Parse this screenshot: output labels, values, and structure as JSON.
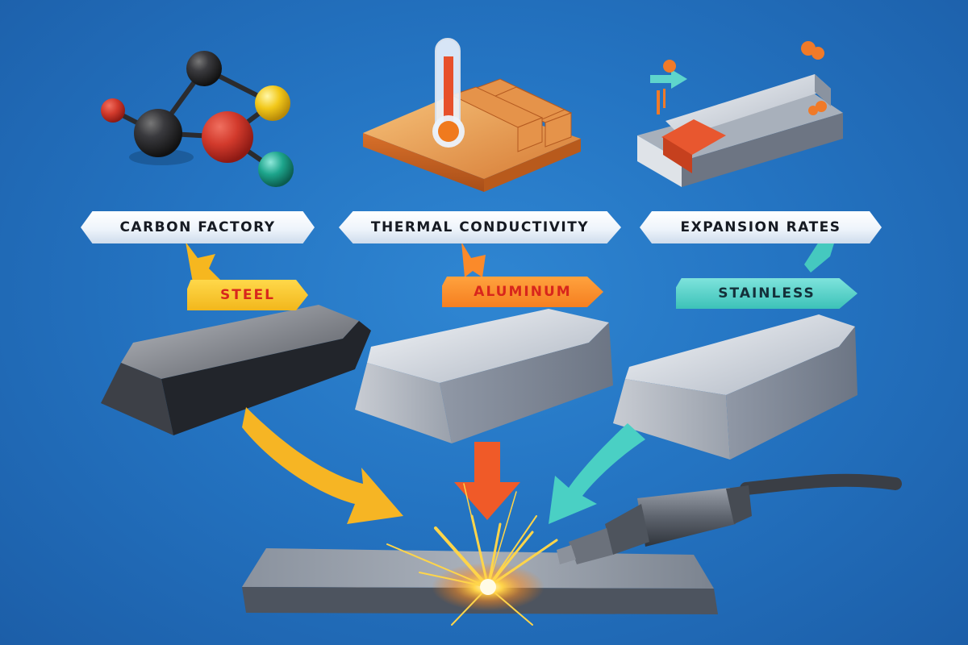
{
  "background": {
    "color_center": "#2f86d2",
    "color_edge": "#1c5ea8"
  },
  "columns": [
    {
      "icon": "molecule-icon",
      "banner_label": "CARBON FACTORY",
      "material_label": "STEEL",
      "tag_color": "#f7c72a",
      "tag_text_color": "#d8261c",
      "ingot_color": "#3a3d44",
      "arrow_color": "#f4b526"
    },
    {
      "icon": "thermometer-heatsink-icon",
      "banner_label": "THERMAL CONDUCTIVITY",
      "material_label": "ALUMINUM",
      "tag_color": "#fb8f2c",
      "tag_text_color": "#d8261c",
      "ingot_color": "#c9ced6",
      "arrow_color": "#f0592a"
    },
    {
      "icon": "expanding-bar-icon",
      "banner_label": "EXPANSION RATES",
      "material_label": "STAINLESS",
      "tag_color": "#4fd0c8",
      "tag_text_color": "#14303a",
      "ingot_color": "#b7c2d0",
      "arrow_color": "#45c9bf"
    }
  ],
  "bottom": {
    "plate_color": "#5c6470",
    "spark_color": "#ffd34d",
    "tool": "welding-torch-icon"
  }
}
